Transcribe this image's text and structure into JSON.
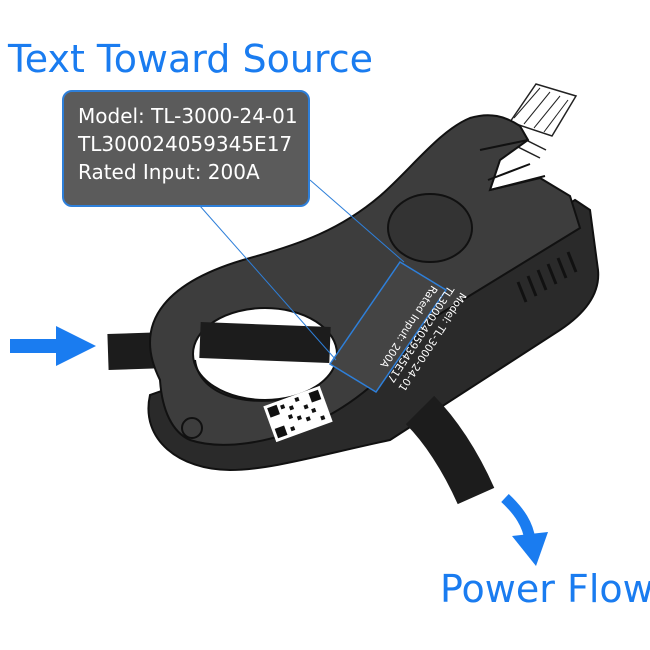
{
  "theme": {
    "accent": "#1a7cf0",
    "device_body": "#3d3d3d",
    "device_edge": "#1f1f1f",
    "cable": "#1c1c1c",
    "callout_bg": "#5b5b5b",
    "callout_border": "#2e7fd9"
  },
  "headings": {
    "direction_label": "Text Toward Source",
    "flow_label": "Power Flow"
  },
  "callout": {
    "model_line": "Model: TL-3000-24-01",
    "serial_line": "TL300024059345E17",
    "rating_line": "Rated Input: 200A"
  },
  "device_label": {
    "model_line": "Model: TL-3000-24-01",
    "serial_line": "TL300024059345E17",
    "rating_line": "Rated Input: 200A"
  },
  "icons": {
    "arrow_in": "arrow-right-icon",
    "arrow_out": "arrow-curved-down-icon",
    "qr": "qr-code-icon",
    "logo": "logo-icon"
  }
}
